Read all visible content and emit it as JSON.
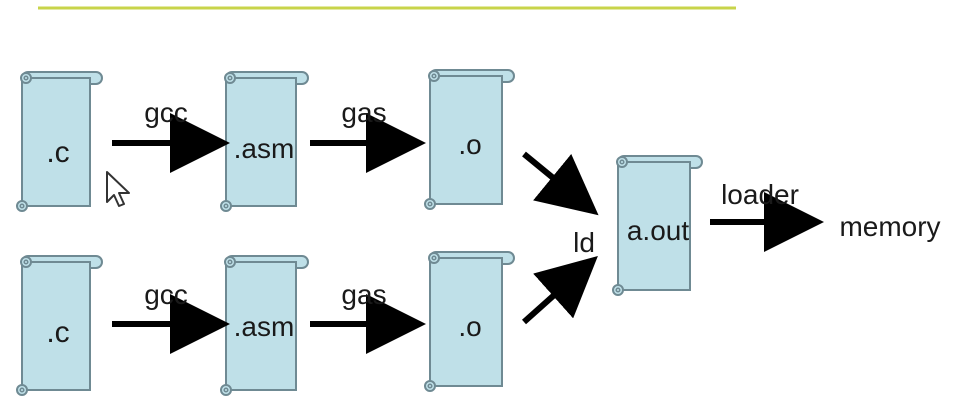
{
  "colors": {
    "scroll_fill": "#bfe0e8",
    "scroll_stroke": "#6f8a93",
    "arrow": "#000000",
    "text": "#1a1a1a",
    "header_line": "#c8d44a"
  },
  "files": {
    "c_top": ".c",
    "asm_top": ".asm",
    "o_top": ".o",
    "c_bottom": ".c",
    "asm_bottom": ".asm",
    "o_bottom": ".o",
    "aout": "a.out"
  },
  "steps": {
    "gcc_top": "gcc",
    "gas_top": "gas",
    "gcc_bottom": "gcc",
    "gas_bottom": "gas",
    "ld": "ld",
    "loader": "loader"
  },
  "target": {
    "memory": "memory"
  },
  "icons": {
    "cursor": "mouse-pointer-icon"
  }
}
